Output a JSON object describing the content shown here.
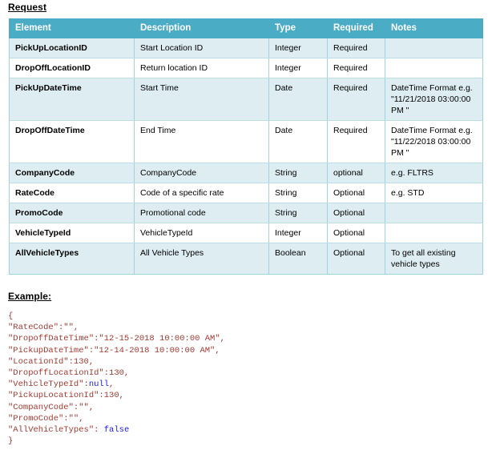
{
  "document": {
    "request_heading": "Request",
    "example_heading": "Example:"
  },
  "table": {
    "columns": [
      "Element",
      "Description",
      "Type",
      "Required",
      "Notes"
    ],
    "rows": [
      {
        "element": "PickUpLocationID",
        "description": "Start Location ID",
        "type": "Integer",
        "required": "Required",
        "notes": ""
      },
      {
        "element": "DropOffLocationID",
        "description": "Return location ID",
        "type": "Integer",
        "required": "Required",
        "notes": ""
      },
      {
        "element": "PickUpDateTime",
        "description": "Start Time",
        "type": "Date",
        "required": "Required",
        "notes": "DateTime Format e.g. \"11/21/2018 03:00:00 PM \""
      },
      {
        "element": "DropOffDateTime",
        "description": "End  Time",
        "type": "Date",
        "required": "Required",
        "notes": "DateTime Format e.g. \"11/22/2018 03:00:00 PM \""
      },
      {
        "element": "CompanyCode",
        "description": "CompanyCode",
        "type": "String",
        "required": "optional",
        "notes": "e.g. FLTRS"
      },
      {
        "element": "RateCode",
        "description": "Code of a specific rate",
        "type": "String",
        "required": "Optional",
        "notes": "e.g. STD"
      },
      {
        "element": "PromoCode",
        "description": "Promotional code",
        "type": "String",
        "required": "Optional",
        "notes": ""
      },
      {
        "element": "VehicleTypeId",
        "description": "VehicleTypeId",
        "type": "Integer",
        "required": "Optional",
        "notes": ""
      },
      {
        "element": "AllVehicleTypes",
        "description": "All Vehicle Types",
        "type": "Boolean",
        "required": "Optional",
        "notes": "To get all existing vehicle types"
      }
    ]
  },
  "example_json": {
    "lines": [
      "{",
      "\"RateCode\":\"\",",
      "\"DropoffDateTime\":\"12-15-2018 10:00:00 AM\",",
      "\"PickupDateTime\":\"12-14-2018 10:00:00 AM\",",
      "\"LocationId\":130,",
      "\"DropoffLocationId\":130,",
      "\"VehicleTypeId\":null,",
      "\"PickupLocationId\":130,",
      "\"CompanyCode\":\"\",",
      "\"PromoCode\":\"\",",
      "\"AllVehicleTypes\": false",
      "}"
    ],
    "fields": {
      "RateCode": "",
      "DropoffDateTime": "12-15-2018 10:00:00 AM",
      "PickupDateTime": "12-14-2018 10:00:00 AM",
      "LocationId": 130,
      "DropoffLocationId": 130,
      "VehicleTypeId": null,
      "PickupLocationId": 130,
      "CompanyCode": "",
      "PromoCode": "",
      "AllVehicleTypes": false
    }
  },
  "colors": {
    "header_teal": "#4BACC6",
    "row_shade": "#DEEDF2",
    "row_plain": "#FFFFFF",
    "border": "#9FD3E0",
    "code_text": "#A03A32",
    "code_literal": "#1A1AEE"
  }
}
